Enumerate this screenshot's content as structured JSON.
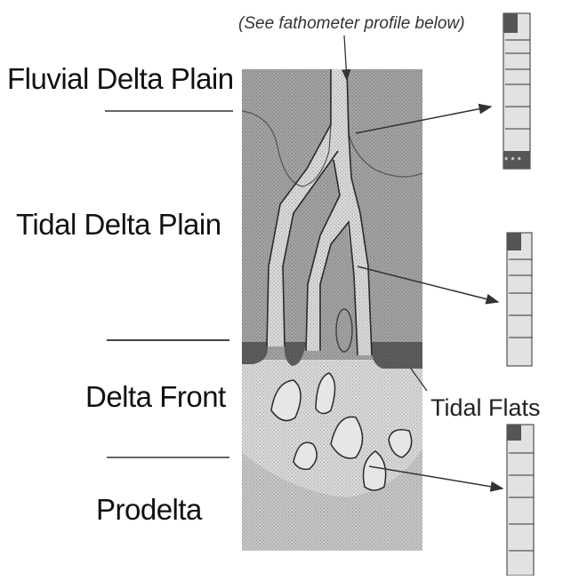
{
  "note": "(See fathometer profile below)",
  "zones": {
    "fluvial": "Fluvial Delta Plain",
    "tidal": "Tidal Delta Plain",
    "front": "Delta Front",
    "prodelta": "Prodelta"
  },
  "tidal_flats_label": "Tidal Flats",
  "colors": {
    "plain": "#9a9a9a",
    "water": "#d6d6d6",
    "flats": "#5c5c5c",
    "prodelta": "#c3c3c3",
    "line": "#2a2a2a"
  }
}
